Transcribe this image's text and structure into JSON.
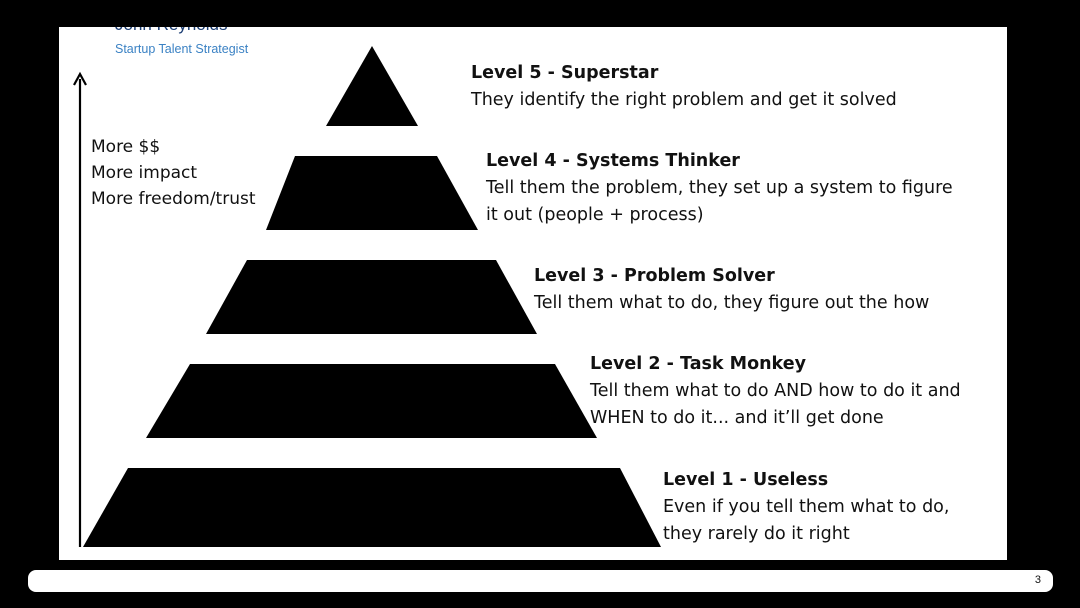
{
  "author": {
    "name": "John Reynolds",
    "role": "Startup Talent Strategist"
  },
  "axis": {
    "benefits": [
      "More $$",
      "More impact",
      "More freedom/trust"
    ]
  },
  "levels": [
    {
      "title": "Level 5 - Superstar",
      "desc": [
        "They identify the right problem and get it solved"
      ]
    },
    {
      "title": "Level 4 - Systems Thinker",
      "desc": [
        "Tell them the problem, they set up a system to figure",
        "it out (people + process)"
      ]
    },
    {
      "title": "Level 3 - Problem Solver",
      "desc": [
        "Tell them what to do, they figure out the how"
      ]
    },
    {
      "title": "Level 2 - Task Monkey",
      "desc": [
        "Tell them what to do AND how to do it and",
        "WHEN to do it... and it’ll get done"
      ]
    },
    {
      "title": "Level 1 - Useless",
      "desc": [
        "Even if you tell them what to do,",
        "they rarely do it right"
      ]
    }
  ],
  "colors": {
    "pyramid": "#000000",
    "text": "#111111",
    "author_name": "#1d3f74",
    "author_role": "#3b82c4"
  },
  "footer": {
    "page_number": "3"
  }
}
